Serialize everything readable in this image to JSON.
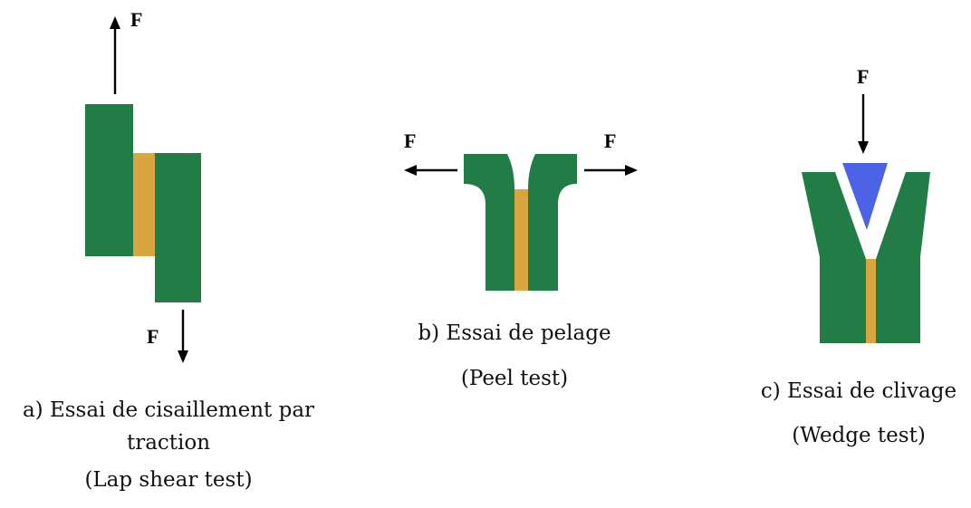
{
  "colors": {
    "substrate": "#217d45",
    "adhesive": "#d8a640",
    "wedge": "#4d63e5",
    "arrow": "#000000",
    "background": "#ffffff"
  },
  "force_label": "F",
  "panels": [
    {
      "id": "a",
      "caption_line1": "a) Essai de cisaillement par",
      "caption_line2": "traction",
      "caption_english": "(Lap shear test)"
    },
    {
      "id": "b",
      "caption_line1": "b) Essai de pelage",
      "caption_english": "(Peel test)"
    },
    {
      "id": "c",
      "caption_line1": "c) Essai de clivage",
      "caption_english": "(Wedge test)"
    }
  ]
}
